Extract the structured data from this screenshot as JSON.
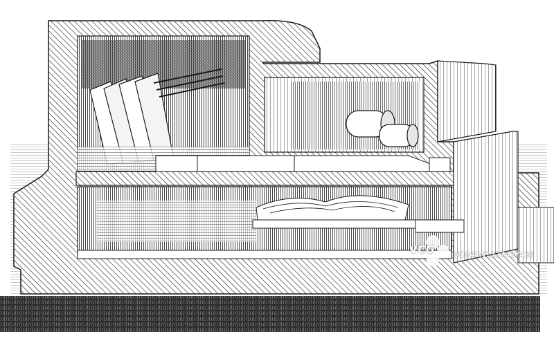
{
  "image": {
    "subject": "engraving-cutaway-oven",
    "palette": {
      "ink": "#1a1a1a",
      "paper": "#ffffff",
      "shade": "#4d4d4d"
    }
  },
  "watermark": {
    "logo_text": "VCG",
    "credit": "VCG41N1227437438"
  }
}
